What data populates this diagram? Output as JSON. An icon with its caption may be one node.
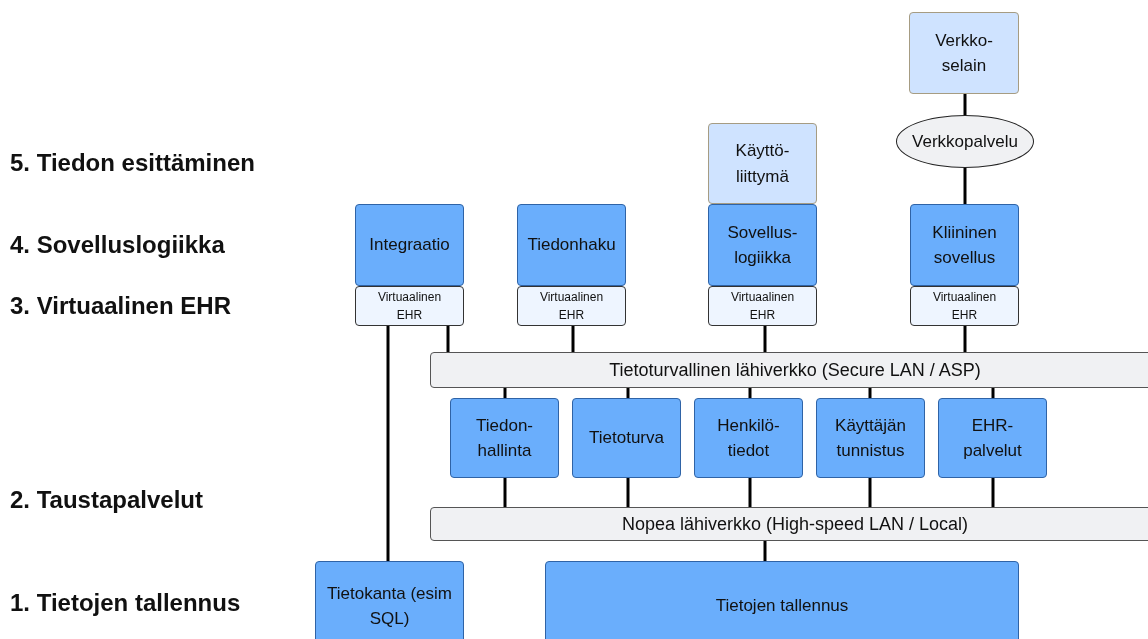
{
  "diagram": {
    "nodes": [
      {
        "text": [
          "Verkko- selain"
        ]
      },
      {
        "text": [
          "Käyttö- liittymä"
        ]
      },
      {
        "text": [
          "Verkkopalvelu"
        ]
      },
      {
        "text": [
          "Integraatio"
        ]
      },
      {
        "text": [
          "Tiedonhaku"
        ]
      },
      {
        "text": [
          "Sovellus- logiikka"
        ]
      },
      {
        "text": [
          "Kliininen sovellus"
        ]
      },
      {
        "text": [
          "Virtuaalinen EHR"
        ]
      },
      {
        "text": [
          "Virtuaalinen EHR"
        ]
      },
      {
        "text": [
          "Virtuaalinen EHR"
        ]
      },
      {
        "text": [
          "Virtuaalinen EHR"
        ]
      },
      {
        "text": [
          "Tietoturvallinen lähiverkko (Secure LAN / ASP)"
        ]
      },
      {
        "text": [
          "Tiedon- hallinta"
        ]
      },
      {
        "text": [
          "Tietoturva"
        ]
      },
      {
        "text": [
          "Henkilö- tiedot"
        ]
      },
      {
        "text": [
          "Käyttäjän tunnistus"
        ]
      },
      {
        "text": [
          "EHR- palvelut"
        ]
      },
      {
        "text": [
          "Nopea lähiverkko (High-speed LAN / Local)"
        ]
      },
      {
        "text": [
          "Tietokanta (esim SQL)"
        ]
      },
      {
        "text": [
          "Tietojen tallennus"
        ]
      }
    ],
    "edges": [
      {
        "from": 0,
        "to": 2,
        "arrow": "none"
      },
      {
        "from": 2,
        "to": 6,
        "arrow": "none"
      },
      {
        "from": 7,
        "to": 11,
        "arrow": "none"
      },
      {
        "from": 7,
        "to": 18,
        "arrow": "none"
      },
      {
        "from": 8,
        "to": 11,
        "arrow": "none"
      },
      {
        "from": 9,
        "to": 11,
        "arrow": "none"
      },
      {
        "from": 10,
        "to": 11,
        "arrow": "none"
      },
      {
        "from": 11,
        "to": 12,
        "arrow": "none"
      },
      {
        "from": 11,
        "to": 13,
        "arrow": "none"
      },
      {
        "from": 11,
        "to": 14,
        "arrow": "none"
      },
      {
        "from": 11,
        "to": 15,
        "arrow": "none"
      },
      {
        "from": 11,
        "to": 16,
        "arrow": "none"
      },
      {
        "from": 12,
        "to": 17,
        "arrow": "none"
      },
      {
        "from": 13,
        "to": 17,
        "arrow": "none"
      },
      {
        "from": 14,
        "to": 17,
        "arrow": "none"
      },
      {
        "from": 15,
        "to": 17,
        "arrow": "none"
      },
      {
        "from": 16,
        "to": 17,
        "arrow": "none"
      },
      {
        "from": 17,
        "to": 19,
        "arrow": "none"
      }
    ],
    "labels": [
      "5. Tiedon esittäminen",
      "4. Sovelluslogiikka",
      "3. Virtuaalinen EHR",
      "2. Taustapalvelut",
      "1. Tietojen tallennus"
    ]
  }
}
